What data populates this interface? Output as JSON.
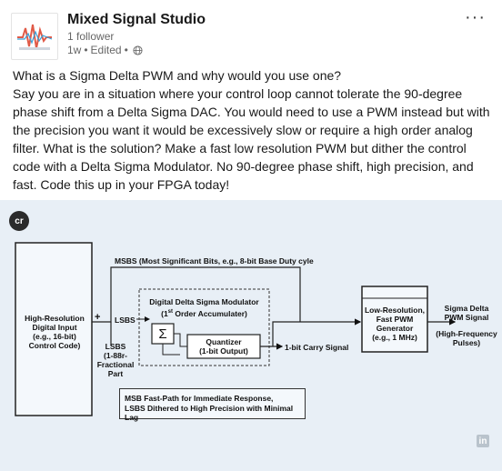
{
  "author": {
    "name": "Mixed Signal Studio",
    "followers": "1 follower",
    "time": "1w",
    "edited": "Edited",
    "separator": "•"
  },
  "menu": {
    "more_label": "···"
  },
  "post": {
    "line1": "What is a Sigma Delta PWM and why would you use one?",
    "body": "Say you are in a situation where your control loop cannot tolerate the 90-degree phase shift from a Delta Sigma DAC. You would need to use a PWM instead but with the precision you want it would be excessively slow or require a high order analog filter. What is the solution? Make a fast low resolution PWM but dither the control code with a Delta Sigma Modulator. No 90-degree phase shift, high precision, and fast. Code this up in your FPGA today!"
  },
  "diagram": {
    "badge": "cr",
    "input_block": [
      "High-Resolution",
      "Digital Input",
      "(e.g., 16-bit)",
      "Control Code)"
    ],
    "plus": "+",
    "msbs_label": "MSBS (Most Significant Bits, e.g., 8-bit Base Duty cyle",
    "lsbs_label": "LSBS",
    "lsbs_sub": [
      "LSBS",
      "(1-88r-",
      "Fractional",
      "Part"
    ],
    "dsm_title": "Digital Delta Sigma Modulator",
    "dsm_subtitle_pre": "(1",
    "dsm_subtitle_sup": "st",
    "dsm_subtitle_post": " Order Accumulater)",
    "sigma": "Σ",
    "quantizer": [
      "Quantizer",
      "(1-bit Output)"
    ],
    "carry_label": "1-bit Carry Signal",
    "pwm_block": [
      "Low-Resolution,",
      "Fast PWM",
      "Generator",
      "(e.g., 1 MHz)"
    ],
    "output_label": [
      "Sigma Delta",
      "PWM Signal",
      "",
      "(High-Frequency",
      "Pulses)"
    ],
    "note": [
      "MSB Fast-Path for Immediate Response,",
      "LSBS Dithered to High Precision with Minimal Lag"
    ],
    "watermark": "in"
  }
}
